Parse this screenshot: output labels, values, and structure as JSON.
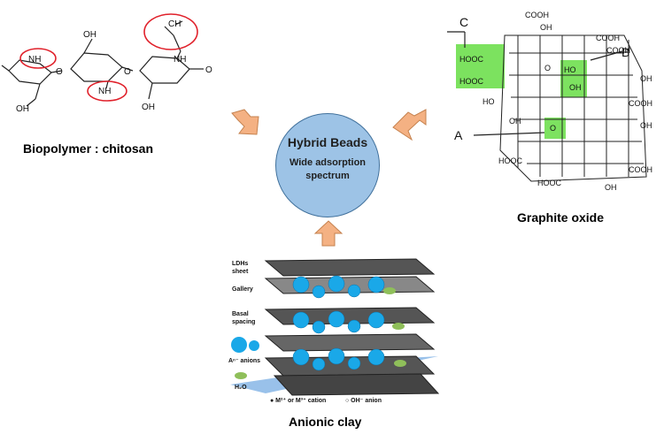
{
  "hub": {
    "title": "Hybrid Beads",
    "subtitle": "Wide adsorption spectrum"
  },
  "chitosan": {
    "caption": "Biopolymer : chitosan",
    "groups": {
      "amine_top": "NH",
      "amine_bottom": "NH",
      "acetyl": "CH",
      "ring_o": "O",
      "hydroxyl": "OH",
      "nh": "NH",
      "end_o": "O"
    }
  },
  "graphite_oxide": {
    "caption": "Graphite oxide",
    "markers": {
      "a": "A",
      "b": "B",
      "c": "C"
    },
    "groups": {
      "cooh": "COOH",
      "hooc": "HOOC",
      "oh": "OH",
      "ho": "HO",
      "o": "O"
    }
  },
  "clay": {
    "caption": "Anionic clay",
    "labels": {
      "ldh_sheet_1": "LDHs",
      "ldh_sheet_2": "sheet",
      "gallery": "Gallery",
      "basal_1": "Basal",
      "basal_2": "spacing",
      "anions": "Aⁿ⁻ anions",
      "water": "H₂O",
      "cation": "● M²⁺ or M³⁺ cation",
      "hydroxide": "○ OH⁻ anion"
    }
  },
  "colors": {
    "arrow": "#f4b183",
    "arrow_edge": "#c5824f",
    "hub_fill": "#9dc3e6",
    "highlight": "#66dd44",
    "circle_mark": "#e0202a",
    "anion": "#1aa8e8",
    "water": "#8fbf5a"
  }
}
